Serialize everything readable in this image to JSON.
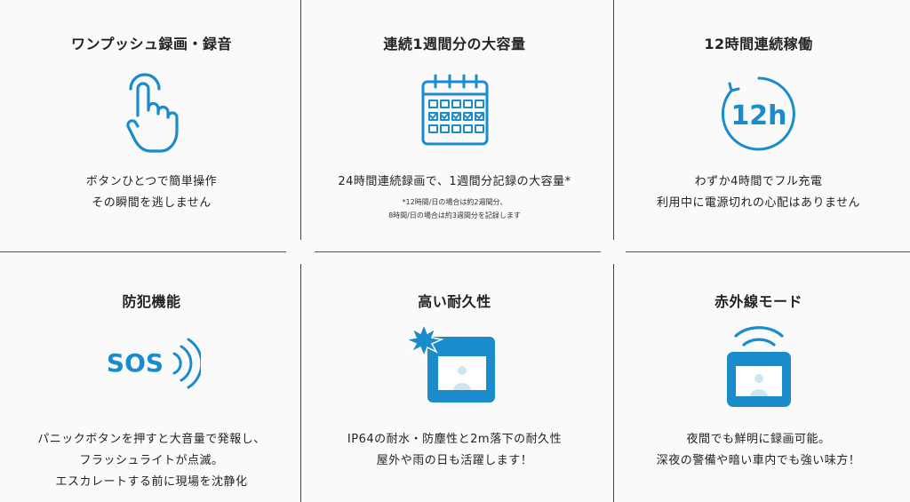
{
  "features": [
    {
      "title": "ワンプッシュ録画・録音",
      "lines": [
        "ボタンひとつで簡単操作",
        "その瞬間を逃しません"
      ],
      "icon": "press-finger-icon"
    },
    {
      "title": "連続1週間分の大容量",
      "lines": [
        "24時間連続録画で、1週間分記録の大容量*"
      ],
      "notes": [
        "*12時間/日の場合は約2週間分、",
        "8時間/日の場合は約3週間分を記録します"
      ],
      "icon": "calendar-icon"
    },
    {
      "title": "12時間連続稼働",
      "lines": [
        "わずか4時間でフル充電",
        "利用中に電源切れの心配はありません"
      ],
      "icon": "clock-12h-icon",
      "icon_text": "12h"
    },
    {
      "title": "防犯機能",
      "lines": [
        "パニックボタンを押すと大音量で発報し、",
        "フラッシュライトが点滅。",
        "エスカレートする前に現場を沈静化"
      ],
      "icon": "sos-signal-icon",
      "icon_text": "SOS"
    },
    {
      "title": "高い耐久性",
      "lines": [
        "IP64の耐水・防塵性と2m落下の耐久性",
        "屋外や雨の日も活躍します！"
      ],
      "icon": "camera-impact-icon"
    },
    {
      "title": "赤外線モード",
      "lines": [
        "夜間でも鮮明に録画可能。",
        "深夜の警備や暗い車内でも強い味方！"
      ],
      "icon": "camera-infrared-icon"
    }
  ],
  "colors": {
    "accent": "#1a8ccc",
    "text": "#222222",
    "divider": "#444444"
  }
}
